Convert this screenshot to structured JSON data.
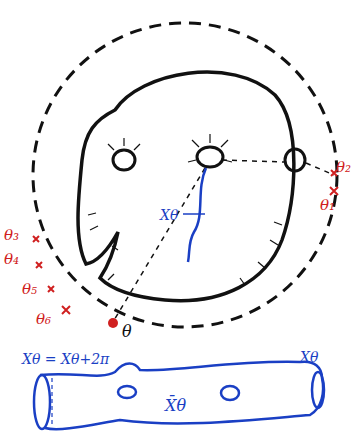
{
  "diagram": {
    "labels": [
      "θ₃",
      "θ₄",
      "θ₅",
      "θ₆",
      "θ",
      "θ₂",
      "θ₁",
      "Xθ",
      "Xθ = Xθ+2π",
      "Xθ",
      "X̄θ"
    ]
  }
}
